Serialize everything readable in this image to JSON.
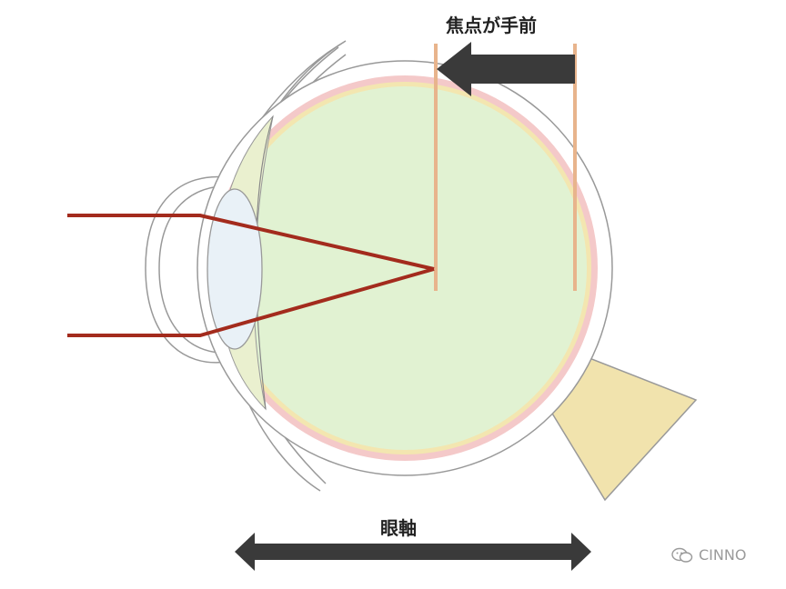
{
  "labels": {
    "focus_shift": "焦点が手前",
    "eye_axis": "眼軸"
  },
  "watermark": {
    "text": "CINNO",
    "icon": "wechat-icon"
  },
  "colors": {
    "vitreous": "#e1f2d2",
    "retina_pink": "#f4c9c9",
    "choroid_yellow": "#f3e6b0",
    "lens": "#e9f1f7",
    "anterior_chamber": "#eaf0cf",
    "optic_nerve": "#f1e3ad",
    "light_ray": "#a32b1d",
    "focus_line": "#e8b48c",
    "arrow": "#3a3a3a",
    "outline": "#999999"
  }
}
